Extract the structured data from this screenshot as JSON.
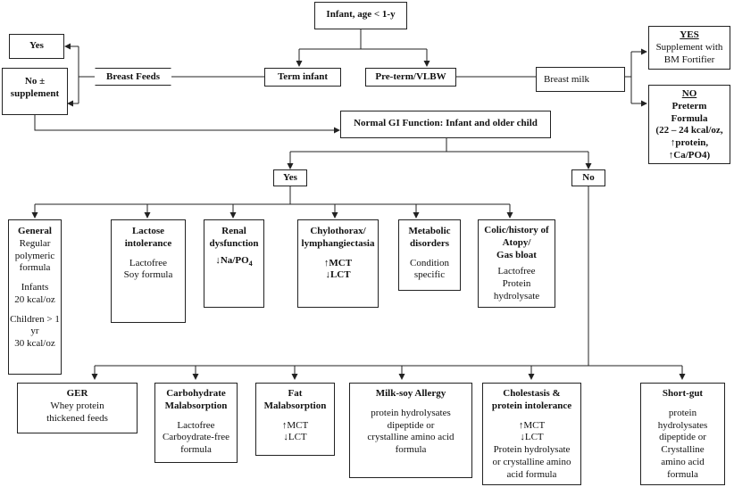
{
  "top": {
    "root": "Infant, age < 1-y"
  },
  "feeding": {
    "yes": "Yes",
    "no_line1": "No ±",
    "no_line2": "supplement",
    "breast_feeds": "Breast Feeds",
    "term_infant": "Term infant",
    "preterm": "Pre-term/VLBW",
    "breast_milk": "Breast milk"
  },
  "preterm_options": {
    "yes_title": "YES",
    "yes_l1": "Supplement with",
    "yes_l2": "BM Fortifier",
    "no_title": "NO",
    "no_l1": "Preterm",
    "no_l2": "Formula",
    "no_l3": "(22 – 24 kcal/oz,",
    "no_l4": "↑protein,",
    "no_l5": "↑Ca/PO4)"
  },
  "gi": {
    "title": "Normal GI Function: Infant and older child",
    "yes": "Yes",
    "no": "No"
  },
  "normal_row": [
    {
      "title": "General",
      "lines": [
        "Regular",
        "polymeric",
        "formula",
        "Infants",
        "20 kcal/oz",
        "Children > 1 yr",
        "30 kcal/oz"
      ]
    },
    {
      "title": "Lactose intolerance",
      "lines": [
        "Lactofree",
        "Soy formula"
      ]
    },
    {
      "title_l1": "Renal",
      "title_l2": "dysfunction",
      "value": "↓Na/PO",
      "sub": "4"
    },
    {
      "title_l1": "Chylothorax/",
      "title_l2": "lymphangiectasia",
      "l1": "↑MCT",
      "l2": "↓LCT"
    },
    {
      "title_l1": "Metabolic",
      "title_l2": "disorders",
      "l1": "Condition",
      "l2": "specific"
    },
    {
      "title_l1": "Colic/history of",
      "title_l2": "Atopy/",
      "title_l3": "Gas bloat",
      "l1": "Lactofree",
      "l2": "Protein",
      "l3": "hydrolysate"
    }
  ],
  "abnormal_row": [
    {
      "title": "GER",
      "l1": "Whey protein",
      "l2": "thickened feeds"
    },
    {
      "title_l1": "Carbohydrate",
      "title_l2": "Malabsorption",
      "l1": "Lactofree",
      "l2": "Carboydrate-free",
      "l3": "formula"
    },
    {
      "title_l1": "Fat",
      "title_l2": "Malabsorption",
      "l1": "↑MCT",
      "l2": "↓LCT"
    },
    {
      "title": "Milk-soy Allergy",
      "l1": "protein hydrolysates",
      "l2": "dipeptide or",
      "l3": "crystalline amino acid",
      "l4": "formula"
    },
    {
      "title_l1": "Cholestasis &",
      "title_l2": "protein intolerance",
      "l1": "↑MCT",
      "l2": "↓LCT",
      "l3": "Protein hydrolysate",
      "l4": "or crystalline amino",
      "l5": "acid formula"
    },
    {
      "title": "Short-gut",
      "l1": "protein",
      "l2": "hydrolysates",
      "l3": "dipeptide or",
      "l4": "Crystalline",
      "l5": "amino acid",
      "l6": "formula"
    }
  ],
  "colors": {
    "line": "#222222",
    "background": "#ffffff"
  }
}
